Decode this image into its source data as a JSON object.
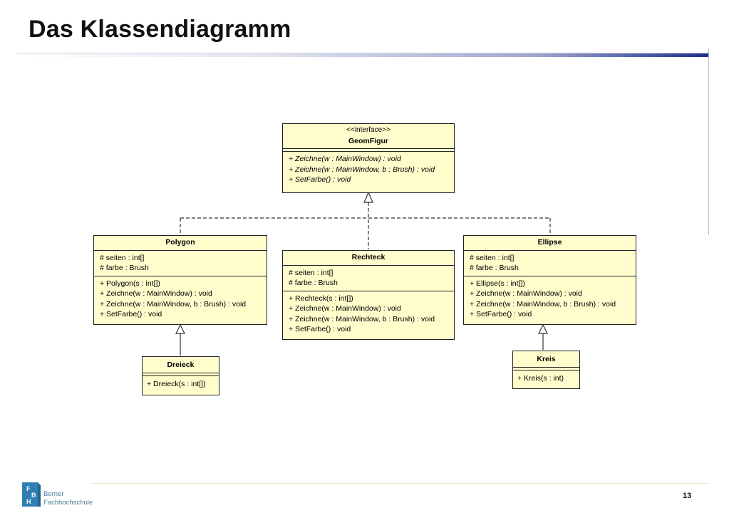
{
  "slide": {
    "title": "Das Klassendiagramm",
    "page_number": "13"
  },
  "logo": {
    "letters": [
      "F",
      "B",
      "H"
    ],
    "line1": "Berner",
    "line2": "Fachhochschule"
  },
  "classes": {
    "geomfigur": {
      "stereotype": "<<interface>>",
      "name": "GeomFigur",
      "methods": [
        "+ Zeichne(w : MainWindow) : void",
        "+ Zeichne(w : MainWindow, b : Brush) : void",
        "+ SetFarbe() : void"
      ]
    },
    "polygon": {
      "name": "Polygon",
      "attributes": [
        "# seiten : int[]",
        "# farbe : Brush"
      ],
      "methods": [
        "+ Polygon(s : int[])",
        "+ Zeichne(w : MainWindow) : void",
        "+ Zeichne(w : MainWindow, b : Brush) : void",
        "+ SetFarbe() : void"
      ]
    },
    "rechteck": {
      "name": "Rechteck",
      "attributes": [
        "# seiten : int[]",
        "# farbe : Brush"
      ],
      "methods": [
        "+ Rechteck(s : int[])",
        "+ Zeichne(w : MainWindow) : void",
        "+ Zeichne(w : MainWindow, b : Brush) : void",
        "+ SetFarbe() : void"
      ]
    },
    "ellipse": {
      "name": "Ellipse",
      "attributes": [
        "# seiten : int[]",
        "# farbe : Brush"
      ],
      "methods": [
        "+ Ellipse(s : int[])",
        "+ Zeichne(w : MainWindow) : void",
        "+ Zeichne(w : MainWindow, b : Brush) : void",
        "+ SetFarbe() : void"
      ]
    },
    "dreieck": {
      "name": "Dreieck",
      "methods": [
        "+ Dreieck(s : int[])"
      ]
    },
    "kreis": {
      "name": "Kreis",
      "methods": [
        "+ Kreis(s : int)"
      ]
    }
  },
  "relations": [
    {
      "from": "Polygon",
      "to": "GeomFigur",
      "kind": "realization"
    },
    {
      "from": "Rechteck",
      "to": "GeomFigur",
      "kind": "realization"
    },
    {
      "from": "Ellipse",
      "to": "GeomFigur",
      "kind": "realization"
    },
    {
      "from": "Dreieck",
      "to": "Polygon",
      "kind": "generalization"
    },
    {
      "from": "Kreis",
      "to": "Ellipse",
      "kind": "generalization"
    }
  ],
  "colors": {
    "class_fill": "#fffdcc",
    "title_rule_end": "#1f2d8c",
    "logo_blue": "#2e7fb2"
  }
}
